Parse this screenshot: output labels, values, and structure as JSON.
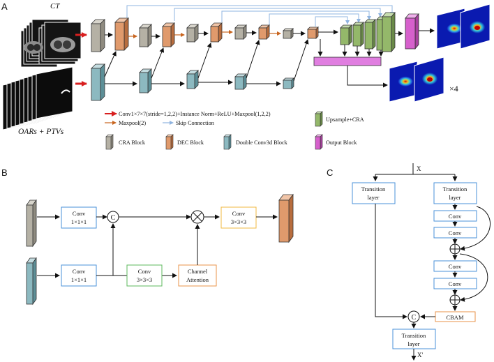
{
  "panels": {
    "a": {
      "letter": "A"
    },
    "b": {
      "letter": "B"
    },
    "c": {
      "letter": "C"
    }
  },
  "panel_a": {
    "input_ct_label": "CT",
    "input_oar_label": "OARs + PTVs",
    "multiplier_label": "×4",
    "legend": {
      "conv_arrow": "Conv1×7×7(stride=1,2,2)+Instance Norm+ReLU+Maxpool(1,2,2)",
      "maxpool_arrow": "Maxpool(2)",
      "skip_arrow": "Skip Connection",
      "upsample_block": "Upsample+CRA",
      "cra_block": "CRA Block",
      "dec_block": "DEC Block",
      "double_conv_block": "Double Conv3d Block",
      "output_block": "Output Block"
    },
    "colors": {
      "cra": "#b5b1a5",
      "dec": "#e09a6c",
      "double_conv": "#8cb9c0",
      "upsample": "#94b86a",
      "output": "#d660cc",
      "output_bar": "#e07ee0",
      "conv_arrow": "#d81f1f",
      "maxpool_arrow": "#c8651f",
      "skip_arrow": "#8fb4e0"
    }
  },
  "panel_b": {
    "conv_top_line1": "Conv",
    "conv_top_line2": "1×1×1",
    "conv_bottom_line1": "Conv",
    "conv_bottom_line2": "1×1×1",
    "conv_mid_line1": "Conv",
    "conv_mid_line2": "3×3×3",
    "channel_attention_line1": "Channel",
    "channel_attention_line2": "Attention",
    "conv_out_line1": "Conv",
    "conv_out_line2": "3×3×3",
    "concat_symbol": "C"
  },
  "panel_c": {
    "input_label": "X",
    "output_label": "X'",
    "transition_left_line1": "Transition",
    "transition_left_line2": "layer",
    "transition_right_line1": "Transition",
    "transition_right_line2": "layer",
    "conv_1": "Conv",
    "conv_2": "Conv",
    "conv_3": "Conv",
    "conv_4": "Conv",
    "cbam": "CBAM",
    "transition_bottom_line1": "Transition",
    "transition_bottom_line2": "layer",
    "concat_symbol": "C"
  }
}
